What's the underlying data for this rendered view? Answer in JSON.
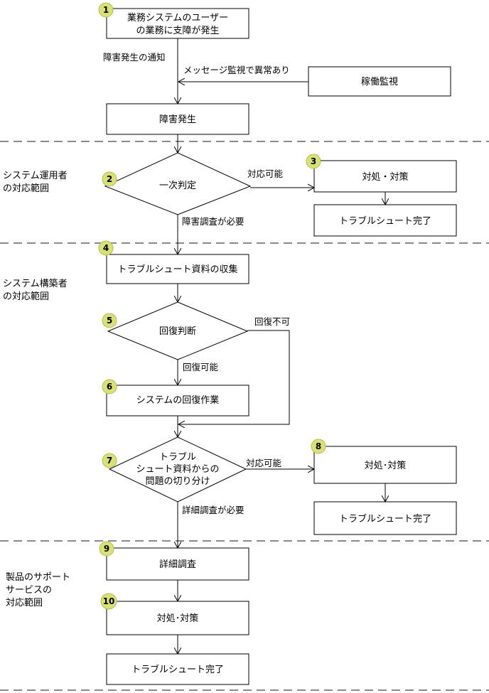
{
  "badges": [
    "1",
    "2",
    "3",
    "4",
    "5",
    "6",
    "7",
    "8",
    "9",
    "10"
  ],
  "nodes": {
    "start_line1": "業務システムのユーザー",
    "start_line2": "の業務に支障が発生",
    "monitor": "稼働監視",
    "failure": "障害発生",
    "decision1": "一次判定",
    "action1": "対処・対策",
    "done1": "トラブルシュート完了",
    "collect": "トラブルシュート資料の収集",
    "decision2": "回復判断",
    "recovery": "システムの回復作業",
    "decision3_line1": "トラブル",
    "decision3_line2": "シュート資料からの",
    "decision3_line3": "問題の切り分け",
    "action2": "対処･対策",
    "done2": "トラブルシュート完了",
    "detail": "詳細調査",
    "action3": "対処･対策",
    "done3": "トラブルシュート完了"
  },
  "edges": {
    "notify": "障害発生の通知",
    "monitor_msg": "メッセージ監視で異常あり",
    "possible1": "対応可能",
    "need_investigation": "障害調査が必要",
    "recoverable": "回復可能",
    "unrecoverable": "回復不可",
    "possible2": "対応可能",
    "need_detail": "詳細調査が必要"
  },
  "zones": {
    "operator_line1": "システム運用者",
    "operator_line2": "の対応範囲",
    "builder_line1": "システム構築者",
    "builder_line2": "の対応範囲",
    "support_line1": "製品のサポート",
    "support_line2": "サービスの",
    "support_line3": "対応範囲"
  },
  "colors": {
    "badge_fill": "#d8e07a",
    "separator": "#8a8a8a"
  }
}
